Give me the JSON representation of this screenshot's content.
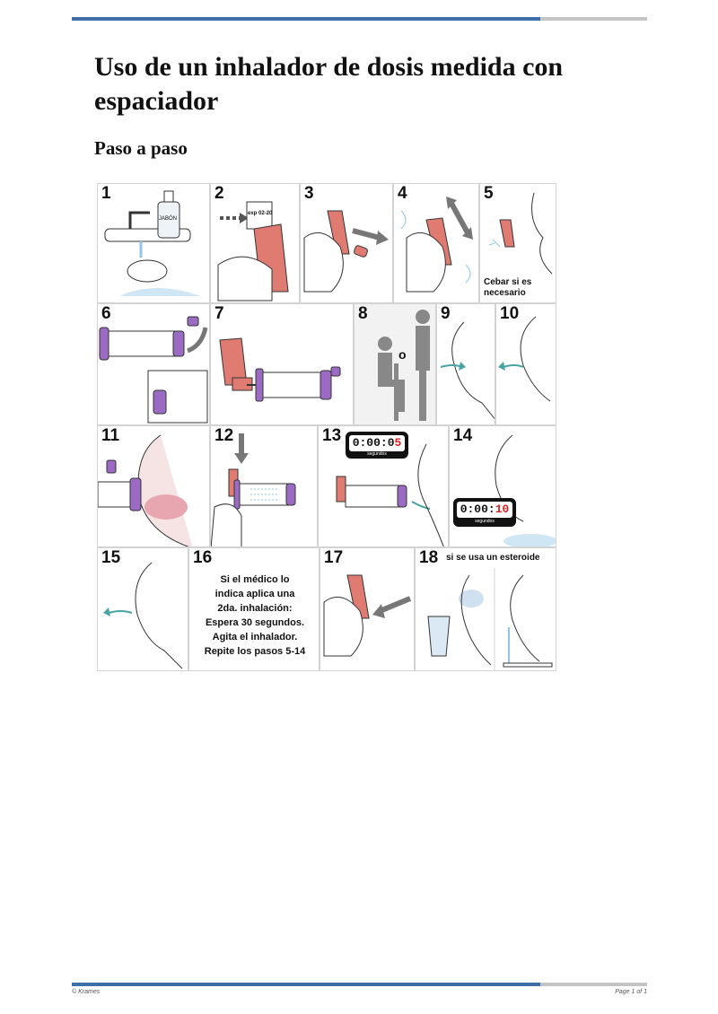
{
  "header": {
    "title": "Uso de un inhalador de dosis medida con espaciador",
    "subtitle": "Paso a paso"
  },
  "steps": {
    "s1": {
      "number": "1",
      "soap_label": "JABÓN"
    },
    "s2": {
      "number": "2",
      "date_label": "exp 02-20"
    },
    "s3": {
      "number": "3"
    },
    "s4": {
      "number": "4"
    },
    "s5": {
      "number": "5",
      "caption": "Cebar si es necesario"
    },
    "s6": {
      "number": "6"
    },
    "s7": {
      "number": "7"
    },
    "s8": {
      "number": "8",
      "or_label": "o"
    },
    "s9": {
      "number": "9"
    },
    "s10": {
      "number": "10"
    },
    "s11": {
      "number": "11"
    },
    "s12": {
      "number": "12"
    },
    "s13": {
      "number": "13",
      "timer_digits": "0:00:0",
      "timer_highlight": "5",
      "timer_unit": "segundos"
    },
    "s14": {
      "number": "14",
      "timer_digits": "0:00:",
      "timer_highlight": "10",
      "timer_unit": "segundos"
    },
    "s15": {
      "number": "15"
    },
    "s16": {
      "number": "16",
      "lines": [
        "Si el médico lo",
        "indica aplica una",
        "2da. inhalación:",
        "Espera 30 segundos.",
        "Agita el inhalador.",
        "Repite los pasos 5-14"
      ]
    },
    "s17": {
      "number": "17"
    },
    "s18": {
      "number": "18",
      "caption": "si se usa un esteroide"
    }
  },
  "footer": {
    "copyright": "© Krames",
    "page": "Page 1 of 1"
  },
  "colors": {
    "accent_blue": "#3f6fa8",
    "inhaler_red": "#e07b72",
    "spacer_purple": "#9b6bc4",
    "timer_red": "#e02020"
  }
}
